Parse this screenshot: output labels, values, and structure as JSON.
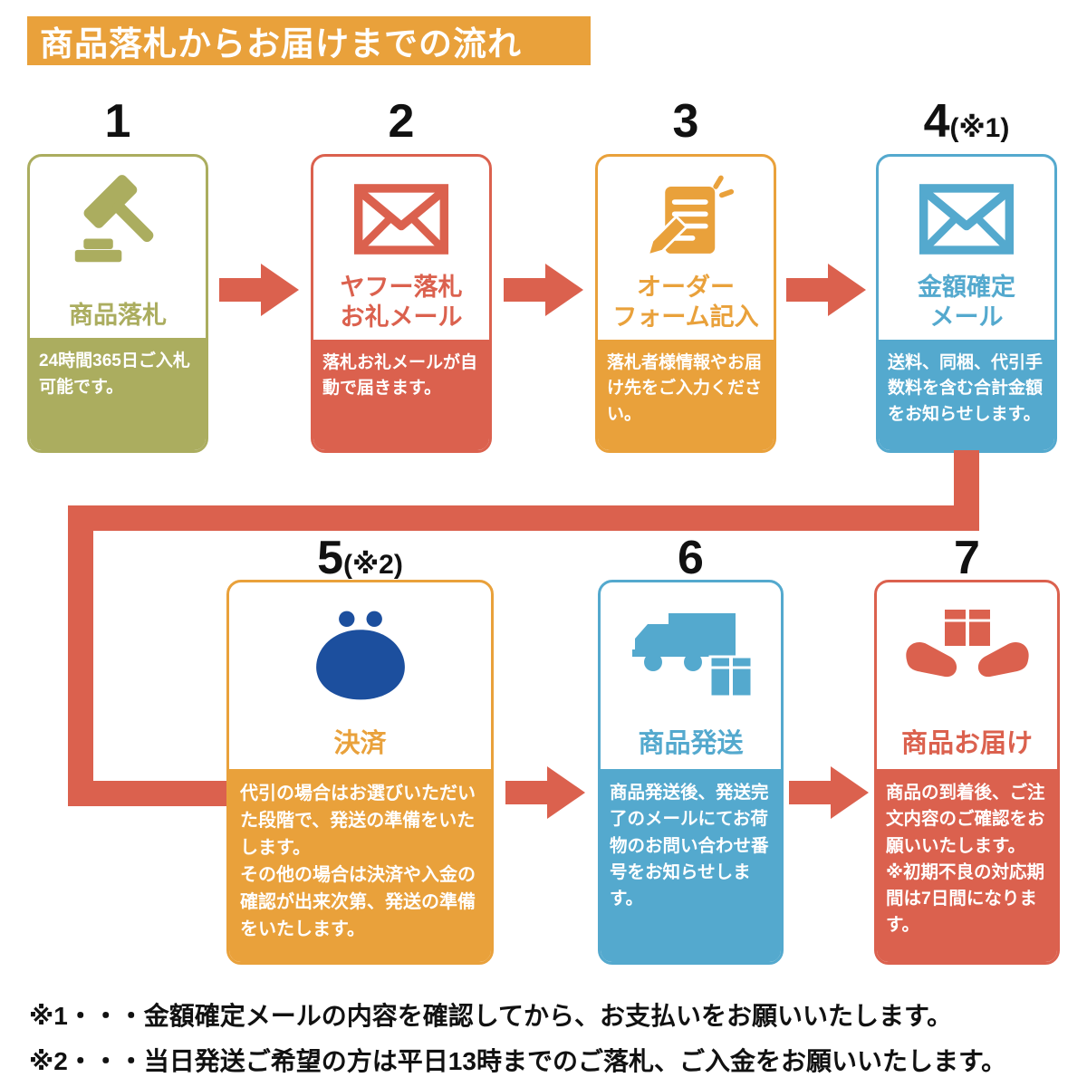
{
  "header": {
    "title": "商品落札からお届けまでの流れ"
  },
  "steps": [
    {
      "number": "1",
      "number_suffix": "",
      "title": "商品落札",
      "description": "24時間365日ご入札可能です。",
      "icon": "gavel-icon",
      "color": "#ABAD5F",
      "icon_color": "#ABAD5F"
    },
    {
      "number": "2",
      "number_suffix": "",
      "title": "ヤフー落札\nお礼メール",
      "description": "落札お礼メールが自動で届きます。",
      "icon": "mail-icon",
      "color": "#DB614E",
      "icon_color": "#DB614E"
    },
    {
      "number": "3",
      "number_suffix": "",
      "title": "オーダー\nフォーム記入",
      "description": "落札者様情報やお届け先をご入力ください。",
      "icon": "order-form-icon",
      "color": "#E9A13B",
      "icon_color": "#E9A13B"
    },
    {
      "number": "4",
      "number_suffix": "(※1)",
      "title": "金額確定\nメール",
      "description": "送料、同梱、代引手数料を含む合計金額をお知らせします。",
      "icon": "mail-icon",
      "color": "#54A9CE",
      "icon_color": "#54A9CE"
    },
    {
      "number": "5",
      "number_suffix": "(※2)",
      "title": "決済",
      "description": "代引の場合はお選びいただいた段階で、発送の準備をいたします。\nその他の場合は決済や入金の確認が出来次第、発送の準備をいたします。",
      "icon": "coin-purse-icon",
      "color": "#E9A13B",
      "icon_color": "#1C4F9E"
    },
    {
      "number": "6",
      "number_suffix": "",
      "title": "商品発送",
      "description": "商品発送後、発送完了のメールにてお荷物のお問い合わせ番号をお知らせします。",
      "icon": "truck-icon",
      "color": "#54A9CE",
      "icon_color": "#54A9CE"
    },
    {
      "number": "7",
      "number_suffix": "",
      "title": "商品お届け",
      "description": "商品の到着後、ご注文内容のご確認をお願いいたします。\n※初期不良の対応期間は7日間になります。",
      "icon": "hands-delivery-icon",
      "color": "#DB614E",
      "icon_color": "#DB614E"
    }
  ],
  "footnotes": [
    "※1・・・金額確定メールの内容を確認してから、お支払いをお願いいたします。",
    "※2・・・当日発送ご希望の方は平日13時までのご落札、ご入金をお願いいたします。"
  ],
  "colors": {
    "header": "#E9A13B",
    "arrow": "#DB614E",
    "number": "#111111",
    "footnote": "#111111"
  }
}
